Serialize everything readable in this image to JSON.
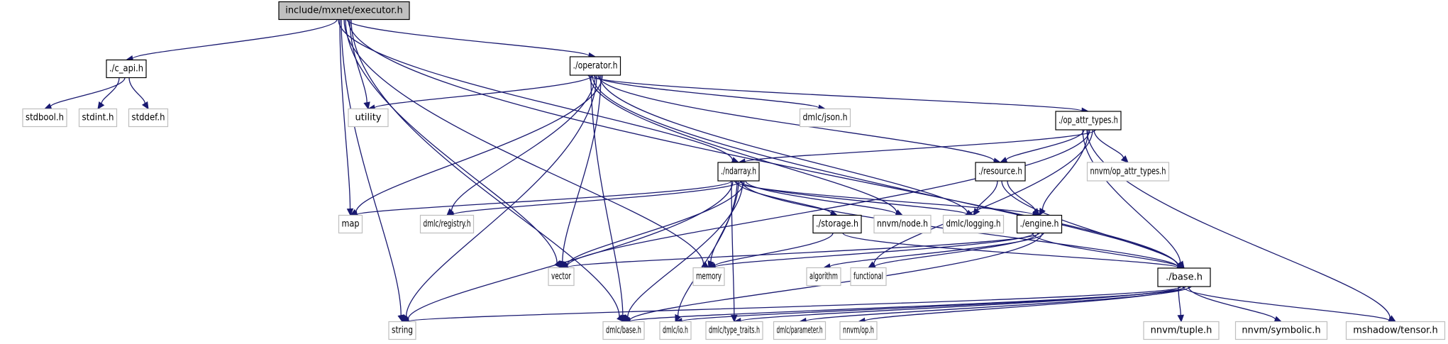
{
  "diagram": {
    "type": "include-dependency-graph",
    "colors": {
      "edge": "#191970",
      "root_fill": "#bfbfbf",
      "internal_border": "#000000",
      "external_border": "#bfbfbf"
    },
    "nodes": [
      {
        "id": "executor",
        "label": "include/mxnet/executor.h",
        "kind": "root"
      },
      {
        "id": "c_api",
        "label": "./c_api.h",
        "kind": "internal"
      },
      {
        "id": "operator",
        "label": "./operator.h",
        "kind": "internal"
      },
      {
        "id": "stdbool",
        "label": "stdbool.h",
        "kind": "external"
      },
      {
        "id": "stdint",
        "label": "stdint.h",
        "kind": "external"
      },
      {
        "id": "stddef",
        "label": "stddef.h",
        "kind": "external"
      },
      {
        "id": "utility",
        "label": "utility",
        "kind": "external"
      },
      {
        "id": "dmlc_json",
        "label": "dmlc/json.h",
        "kind": "external"
      },
      {
        "id": "op_attr_types",
        "label": "./op_attr_types.h",
        "kind": "internal"
      },
      {
        "id": "ndarray",
        "label": "./ndarray.h",
        "kind": "internal"
      },
      {
        "id": "resource",
        "label": "./resource.h",
        "kind": "internal"
      },
      {
        "id": "nnvm_op_attr_types",
        "label": "nnvm/op_attr_types.h",
        "kind": "external"
      },
      {
        "id": "map",
        "label": "map",
        "kind": "external"
      },
      {
        "id": "dmlc_registry",
        "label": "dmlc/registry.h",
        "kind": "external"
      },
      {
        "id": "storage",
        "label": "./storage.h",
        "kind": "internal"
      },
      {
        "id": "nnvm_node",
        "label": "nnvm/node.h",
        "kind": "external"
      },
      {
        "id": "dmlc_logging",
        "label": "dmlc/logging.h",
        "kind": "external"
      },
      {
        "id": "engine",
        "label": "./engine.h",
        "kind": "internal"
      },
      {
        "id": "vector",
        "label": "vector",
        "kind": "external"
      },
      {
        "id": "memory",
        "label": "memory",
        "kind": "external"
      },
      {
        "id": "algorithm",
        "label": "algorithm",
        "kind": "external"
      },
      {
        "id": "functional",
        "label": "functional",
        "kind": "external"
      },
      {
        "id": "base",
        "label": "./base.h",
        "kind": "internal"
      },
      {
        "id": "string",
        "label": "string",
        "kind": "external"
      },
      {
        "id": "dmlc_base",
        "label": "dmlc/base.h",
        "kind": "external"
      },
      {
        "id": "dmlc_io",
        "label": "dmlc/io.h",
        "kind": "external"
      },
      {
        "id": "dmlc_type_traits",
        "label": "dmlc/type_traits.h",
        "kind": "external"
      },
      {
        "id": "dmlc_parameter",
        "label": "dmlc/parameter.h",
        "kind": "external"
      },
      {
        "id": "nnvm_op",
        "label": "nnvm/op.h",
        "kind": "external"
      },
      {
        "id": "nnvm_tuple",
        "label": "nnvm/tuple.h",
        "kind": "external"
      },
      {
        "id": "nnvm_symbolic",
        "label": "nnvm/symbolic.h",
        "kind": "external"
      },
      {
        "id": "mshadow_tensor",
        "label": "mshadow/tensor.h",
        "kind": "external"
      }
    ],
    "edges": [
      [
        "executor",
        "c_api"
      ],
      [
        "executor",
        "operator"
      ],
      [
        "executor",
        "string"
      ],
      [
        "executor",
        "dmlc_base"
      ],
      [
        "executor",
        "vector"
      ],
      [
        "executor",
        "map"
      ],
      [
        "executor",
        "utility"
      ],
      [
        "executor",
        "memory"
      ],
      [
        "executor",
        "ndarray"
      ],
      [
        "executor",
        "base"
      ],
      [
        "c_api",
        "stdbool"
      ],
      [
        "c_api",
        "stdint"
      ],
      [
        "c_api",
        "stddef"
      ],
      [
        "operator",
        "utility"
      ],
      [
        "operator",
        "map"
      ],
      [
        "operator",
        "string"
      ],
      [
        "operator",
        "dmlc_base"
      ],
      [
        "operator",
        "vector"
      ],
      [
        "operator",
        "dmlc_registry"
      ],
      [
        "operator",
        "nnvm_node"
      ],
      [
        "operator",
        "dmlc_logging"
      ],
      [
        "operator",
        "dmlc_json"
      ],
      [
        "operator",
        "op_attr_types"
      ],
      [
        "operator",
        "resource"
      ],
      [
        "operator",
        "base"
      ],
      [
        "op_attr_types",
        "ndarray"
      ],
      [
        "op_attr_types",
        "vector"
      ],
      [
        "op_attr_types",
        "resource"
      ],
      [
        "op_attr_types",
        "nnvm_op_attr_types"
      ],
      [
        "op_attr_types",
        "engine"
      ],
      [
        "op_attr_types",
        "base"
      ],
      [
        "op_attr_types",
        "functional"
      ],
      [
        "op_attr_types",
        "mshadow_tensor"
      ],
      [
        "ndarray",
        "map"
      ],
      [
        "ndarray",
        "dmlc_registry"
      ],
      [
        "ndarray",
        "storage"
      ],
      [
        "ndarray",
        "nnvm_node"
      ],
      [
        "ndarray",
        "dmlc_logging"
      ],
      [
        "ndarray",
        "engine"
      ],
      [
        "ndarray",
        "vector"
      ],
      [
        "ndarray",
        "memory"
      ],
      [
        "ndarray",
        "string"
      ],
      [
        "ndarray",
        "dmlc_base"
      ],
      [
        "ndarray",
        "dmlc_io"
      ],
      [
        "ndarray",
        "dmlc_type_traits"
      ],
      [
        "ndarray",
        "base"
      ],
      [
        "resource",
        "dmlc_logging"
      ],
      [
        "resource",
        "engine"
      ],
      [
        "resource",
        "base"
      ],
      [
        "storage",
        "memory"
      ],
      [
        "storage",
        "base"
      ],
      [
        "engine",
        "vector"
      ],
      [
        "engine",
        "memory"
      ],
      [
        "engine",
        "algorithm"
      ],
      [
        "engine",
        "functional"
      ],
      [
        "engine",
        "base"
      ],
      [
        "engine",
        "dmlc_base"
      ],
      [
        "base",
        "string"
      ],
      [
        "base",
        "dmlc_base"
      ],
      [
        "base",
        "dmlc_io"
      ],
      [
        "base",
        "dmlc_type_traits"
      ],
      [
        "base",
        "dmlc_parameter"
      ],
      [
        "base",
        "nnvm_op"
      ],
      [
        "base",
        "nnvm_tuple"
      ],
      [
        "base",
        "nnvm_symbolic"
      ],
      [
        "base",
        "mshadow_tensor"
      ]
    ]
  }
}
